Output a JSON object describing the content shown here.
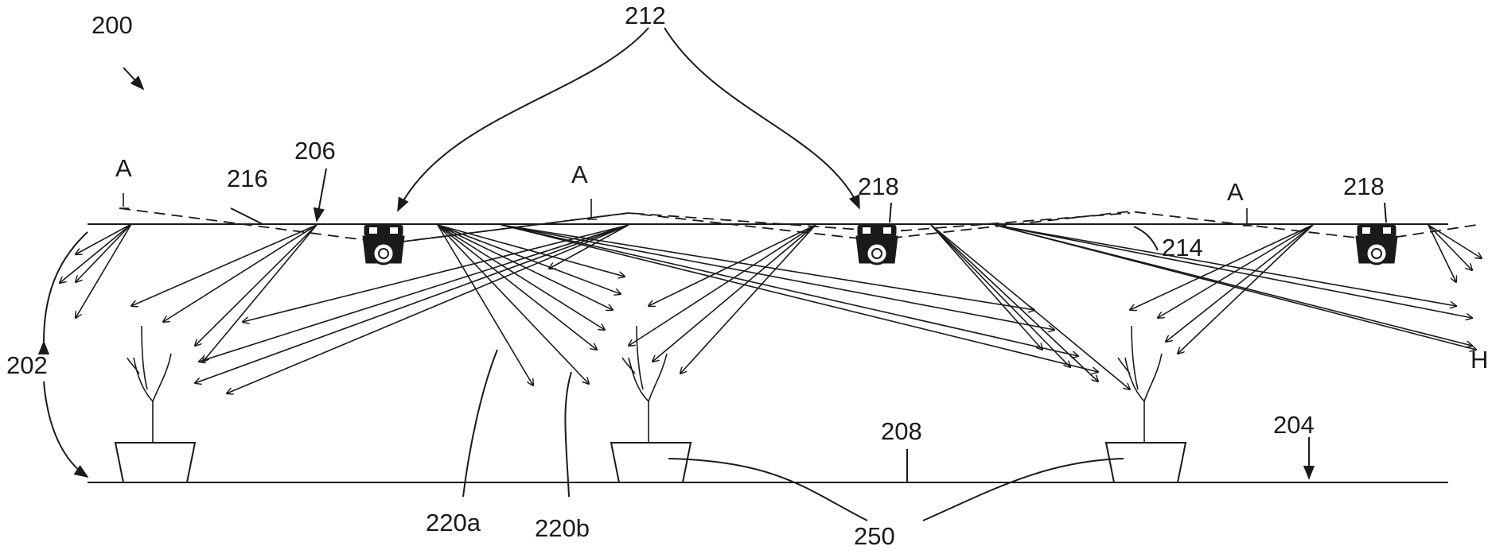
{
  "figure": {
    "labels": {
      "system": "200",
      "height": "202",
      "floor": "204",
      "fixture_left": "206",
      "ground": "208",
      "fixtures": "212",
      "beam_edge": "214",
      "ceiling": "216",
      "fixture_mid": "218",
      "fixture_right": "218",
      "ray_a": "220a",
      "ray_b": "220b",
      "pots": "250",
      "section_1": "A",
      "section_2": "A",
      "section_3": "A",
      "height_mark": "H"
    }
  }
}
